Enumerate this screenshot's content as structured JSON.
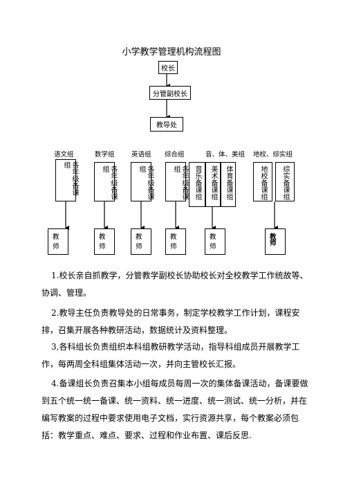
{
  "title": "小学教学管理机构流程图",
  "nodes": {
    "principal": "校长",
    "vice_principal": "分管副校长",
    "teaching_office": "教导处"
  },
  "groups": [
    {
      "label": "语文组",
      "boxes": [
        "各年级备课组"
      ],
      "teacher": [
        "教",
        "师"
      ]
    },
    {
      "label": "数学组",
      "boxes": [
        "各年级备课组"
      ],
      "teacher": [
        "教",
        "师"
      ]
    },
    {
      "label": "英语组",
      "boxes": [
        "各年级备课组"
      ],
      "teacher": [
        "教",
        "师"
      ]
    },
    {
      "label": "综合组",
      "boxes": [
        "各年级备课组"
      ],
      "teacher": [
        "教",
        "师"
      ]
    },
    {
      "label": "音、体、美组",
      "boxes": [
        "音乐备课组",
        "美术备课组",
        "体育备课组"
      ],
      "teacher": [
        "教",
        "师"
      ]
    },
    {
      "label": "地校、综实组",
      "boxes": [
        "地校备课组",
        "综实备课组"
      ],
      "teacher": [
        "教",
        "师"
      ]
    }
  ],
  "paragraphs": [
    "1.校长亲自抓教学，分管教学副校长协助校长对全校教学工作统故等、协调、管理。",
    "2.教导主任负责教导处的日常事务，制定学校教学工作计划，课程安排，召集开展各种教研活动，数据统计及资料整理。",
    "3,各科组长负责组织本科组教研教学活动，指导科组成员开展教学工作，每两周全科组集体活动一次，并向主管校长汇报。",
    "4.备课组长负责召集本小组每成员每周一次的集体备课活动，备课要做到五个统一统一备课、统一资料、统一进度、统一测试、统一分析，并在编写教案的过程中要求使用电子文档，实行资源共享，每个教案必须包括：教学重点、难点、要求、过程和作业布置、课后反思."
  ]
}
